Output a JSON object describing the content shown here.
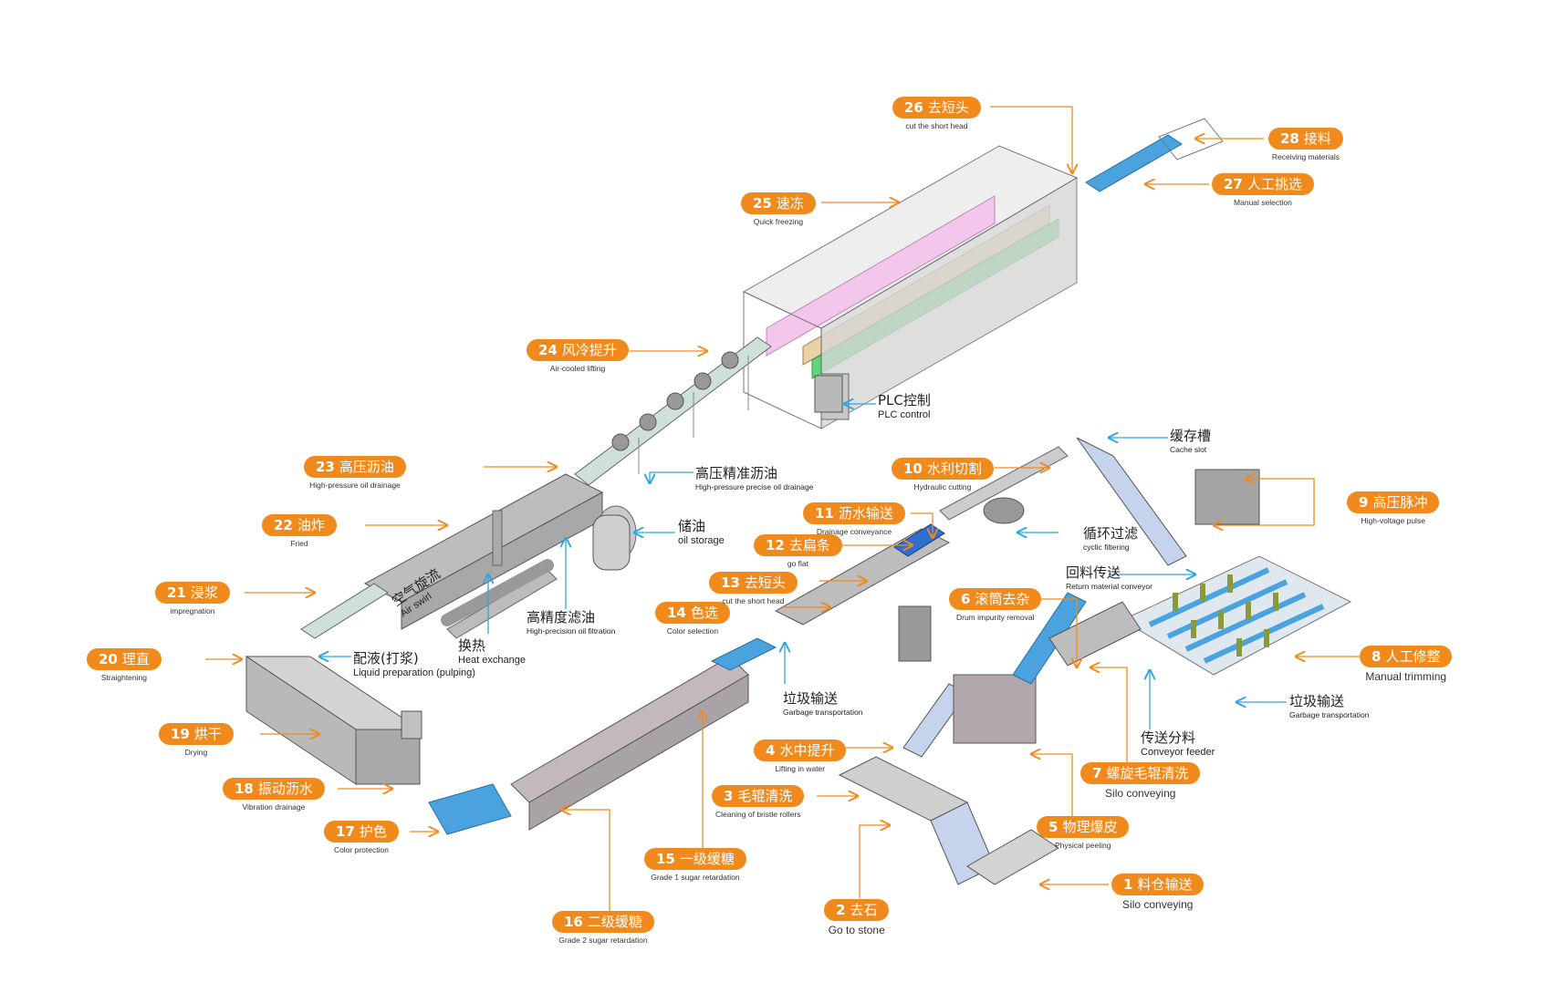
{
  "title": "Potato / French fries processing line diagram",
  "colors": {
    "accent": "#f08a1c",
    "callout_blue": "#2aa7e0",
    "conveyor_blue": "#4aa3de",
    "frame": "#888888",
    "freezer_pink": "#f3c6ec",
    "freezer_green": "#62d47e",
    "worker": "#8a9a3a"
  },
  "steps": [
    {
      "num": "1",
      "zh": "料仓输送",
      "en": "Silo conveying"
    },
    {
      "num": "2",
      "zh": "去石",
      "en": "Go to stone"
    },
    {
      "num": "3",
      "zh": "毛辊清洗",
      "en": "Cleaning of bristle rollers"
    },
    {
      "num": "4",
      "zh": "水中提升",
      "en": "Lifting in water"
    },
    {
      "num": "5",
      "zh": "物理爆皮",
      "en": "Physical peeling"
    },
    {
      "num": "6",
      "zh": "滚筒去杂",
      "en": "Drum impurity removal"
    },
    {
      "num": "7",
      "zh": "螺旋毛辊清洗",
      "en": "Silo conveying"
    },
    {
      "num": "8",
      "zh": "人工修整",
      "en": "Manual trimming"
    },
    {
      "num": "9",
      "zh": "高压脉冲",
      "en": "High-voltage pulse"
    },
    {
      "num": "10",
      "zh": "水利切割",
      "en": "Hydraulic cutting"
    },
    {
      "num": "11",
      "zh": "沥水输送",
      "en": "Drainage conveyance"
    },
    {
      "num": "12",
      "zh": "去扁条",
      "en": "go flat"
    },
    {
      "num": "13",
      "zh": "去短头",
      "en": "cut the short head"
    },
    {
      "num": "14",
      "zh": "色选",
      "en": "Color selection"
    },
    {
      "num": "15",
      "zh": "一级缓糖",
      "en": "Grade 1 sugar retardation"
    },
    {
      "num": "16",
      "zh": "二级缓糖",
      "en": "Grade 2 sugar retardation"
    },
    {
      "num": "17",
      "zh": "护色",
      "en": "Color protection"
    },
    {
      "num": "18",
      "zh": "振动沥水",
      "en": "Vibration drainage"
    },
    {
      "num": "19",
      "zh": "烘干",
      "en": "Drying"
    },
    {
      "num": "20",
      "zh": "理直",
      "en": "Straightening"
    },
    {
      "num": "21",
      "zh": "浸浆",
      "en": "impregnation"
    },
    {
      "num": "22",
      "zh": "油炸",
      "en": "Fried"
    },
    {
      "num": "23",
      "zh": "高压沥油",
      "en": "High-pressure oil drainage"
    },
    {
      "num": "24",
      "zh": "风冷提升",
      "en": "Air-cooled lifting"
    },
    {
      "num": "25",
      "zh": "速冻",
      "en": "Quick freezing"
    },
    {
      "num": "26",
      "zh": "去短头",
      "en": "cut the short head"
    },
    {
      "num": "27",
      "zh": "人工挑选",
      "en": "Manual selection"
    },
    {
      "num": "28",
      "zh": "接料",
      "en": "Receiving materials"
    }
  ],
  "aux": [
    {
      "zh": "PLC控制",
      "en": "PLC control"
    },
    {
      "zh": "高压精准沥油",
      "en": "High-pressure precise oil drainage"
    },
    {
      "zh": "储油",
      "en": "oil storage"
    },
    {
      "zh": "高精度滤油",
      "en": "High-precision oil filtration"
    },
    {
      "zh": "换热",
      "en": "Heat exchange"
    },
    {
      "zh": "配液(打浆)",
      "en": "Liquid preparation (pulping)"
    },
    {
      "zh": "空气旋流",
      "en": "Air swirl"
    },
    {
      "zh": "垃圾输送",
      "en": "Garbage transportation"
    },
    {
      "zh": "缓存槽",
      "en": "Cache slot"
    },
    {
      "zh": "循环过滤",
      "en": "cyclic filtering"
    },
    {
      "zh": "回料传送",
      "en": "Return material conveyor"
    },
    {
      "zh": "传送分料",
      "en": "Conveyor feeder"
    },
    {
      "zh": "垃圾输送",
      "en": "Garbage transportation"
    }
  ]
}
